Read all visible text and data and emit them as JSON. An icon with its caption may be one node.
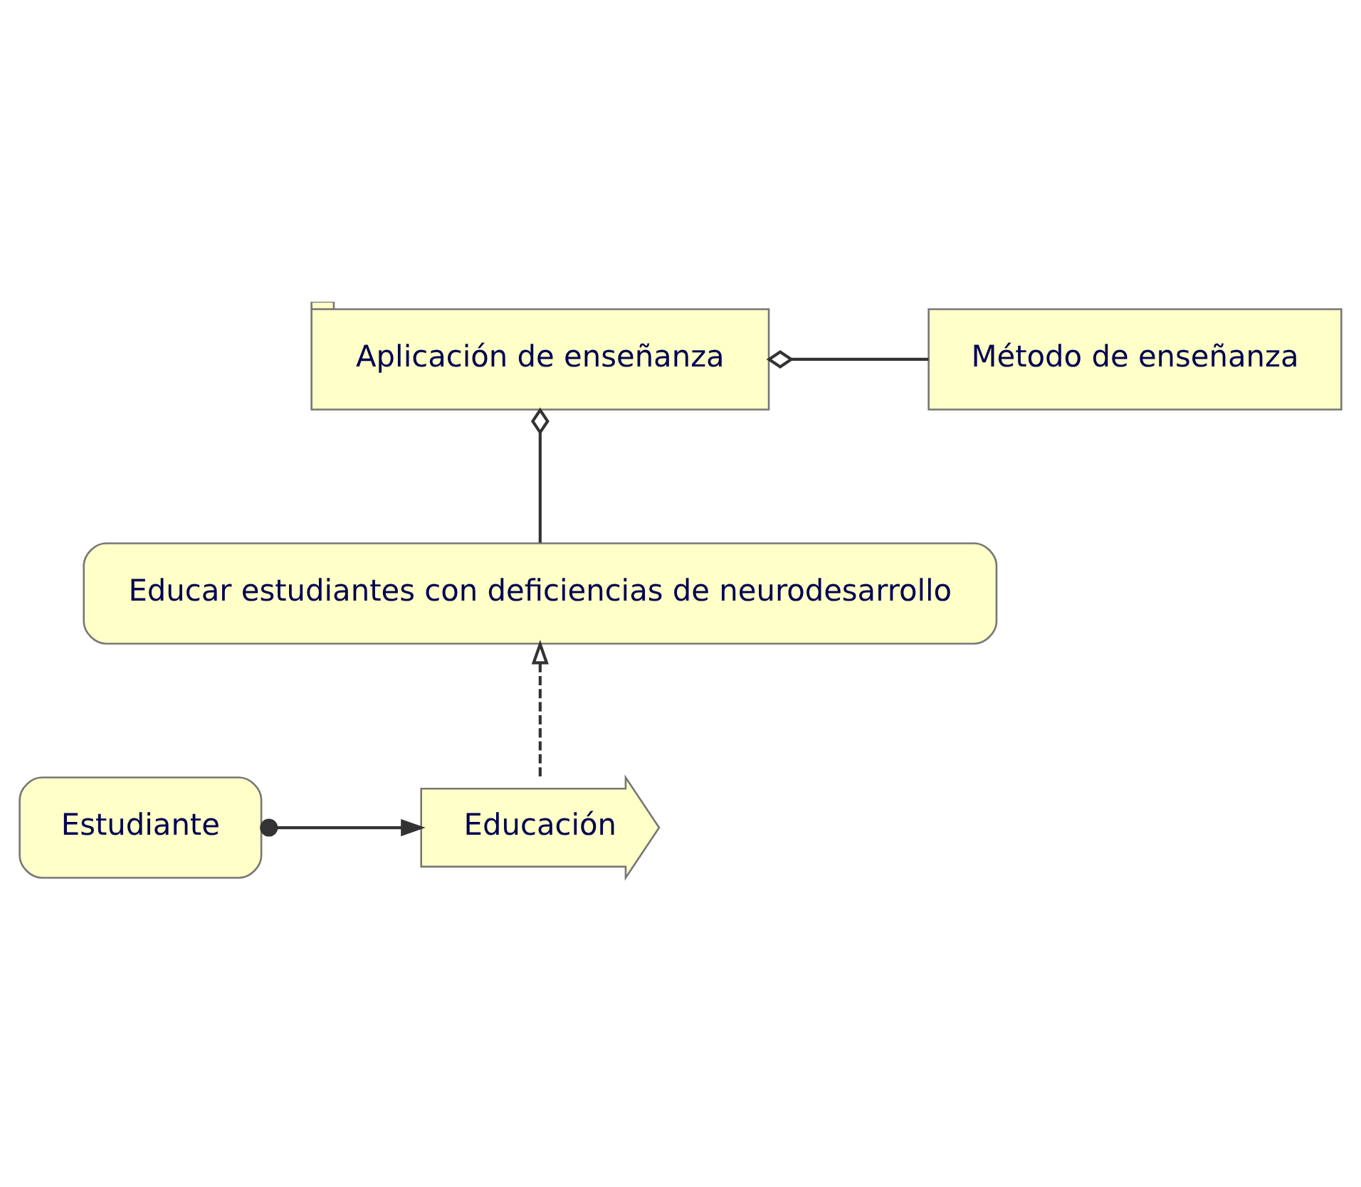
{
  "diagram": {
    "nodes": [
      {
        "text": [
          "Aplicación de enseñanza"
        ]
      },
      {
        "text": [
          "Método de enseñanza"
        ]
      },
      {
        "text": [
          "Educar estudiantes con deficiencias de neurodesarrollo"
        ]
      },
      {
        "text": [
          "Educación"
        ]
      },
      {
        "text": [
          "Estudiante"
        ]
      }
    ],
    "edges": [
      {
        "from": 0,
        "to": 1,
        "arrow": "other"
      },
      {
        "from": 0,
        "to": 2,
        "arrow": "other"
      },
      {
        "from": 3,
        "to": 2,
        "arrow": "to",
        "style": "dashed"
      },
      {
        "from": 4,
        "to": 3,
        "arrow": "to"
      }
    ]
  }
}
